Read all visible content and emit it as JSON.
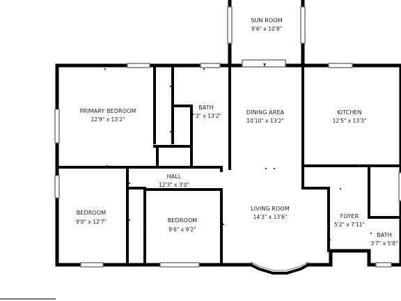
{
  "plan": {
    "rooms": [
      {
        "id": "sun-room",
        "name": "SUN ROOM",
        "dimensions": "9'6\" x 10'8\""
      },
      {
        "id": "primary-bedroom",
        "name": "PRIMARY BEDROOM",
        "dimensions": "12'9\" x 13'2\""
      },
      {
        "id": "bath-upper",
        "name": "BATH",
        "dimensions": "7'3\" x 13'2\""
      },
      {
        "id": "dining-area",
        "name": "DINING AREA",
        "dimensions": "10'10\" x 13'2\""
      },
      {
        "id": "kitchen",
        "name": "KITCHEN",
        "dimensions": "12'5\" x 13'3\""
      },
      {
        "id": "hall",
        "name": "HALL",
        "dimensions": "12'3\" x 3'0\""
      },
      {
        "id": "bedroom-left",
        "name": "BEDROOM",
        "dimensions": "9'0\" x 12'7\""
      },
      {
        "id": "bedroom-center",
        "name": "BEDROOM",
        "dimensions": "9'6\" x 9'2\""
      },
      {
        "id": "living-room",
        "name": "LIVING ROOM",
        "dimensions": "14'3\" x 13'6\""
      },
      {
        "id": "foyer",
        "name": "FOYER",
        "dimensions": "5'2\" x 7'11\""
      },
      {
        "id": "bath-lower",
        "name": "BATH",
        "dimensions": "3'7\" x 5'8\""
      }
    ]
  }
}
